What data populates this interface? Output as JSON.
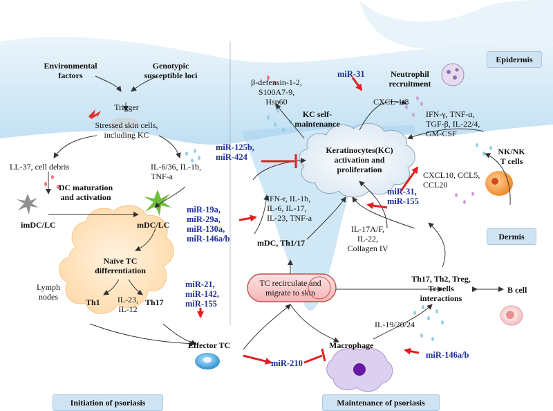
{
  "layers": {
    "epidermis": "Epidermis",
    "dermis": "Dermis",
    "initiation": "Initiation  of psoriasis",
    "maintenance": "Maintenance of psoriasis"
  },
  "initiation": {
    "environmental": "Environmental\nfactors",
    "genotypic": "Genotypic\nsusceptible loci",
    "trigger": "Trigger",
    "stressed": "Stressed skin cells,\nincluding KC",
    "ll37": "LL-37, cell debris",
    "il6": "IL-6/36, IL-1b,\nTNF-a",
    "dc_maturation": "DC maturation\nand activation",
    "imdc": "imDC/LC",
    "mdc": "mDC/LC",
    "naive_tc": "Naïve TC\ndifferentiation",
    "lymph_nodes": "Lymph\nnodes",
    "th1": "Th1",
    "il23": "IL-23,\nIL-12",
    "th17": "Th17"
  },
  "maintenance": {
    "defensin": "β-defensin-1-2,\nS100A7-9,\nHsp60",
    "kc_self": "KC self-\nmaintenance",
    "neutrophil": "Neutrophil\nrecruitment",
    "cxcl18": "CXCL-1/8",
    "ifn_g": "IFN-γ, TNF-α,\nTGF-β, IL-22/4,\nGM-CSF",
    "kc_cloud": "Keratinocytes(KC)\nactivation and\nproliferation",
    "nk": "NK/NK\nT cells",
    "cxcl10": "CXCL10, CCL5,\nCCL20",
    "ifn_r": "IFN-r, IL-1b,\nIL-6, IL-17,\nIL-23, TNF-a",
    "il17": "IL-17A/F,\nIL-22,\nCollagen IV",
    "mdc_th": "mDC, Th1/17",
    "tc_recirculate": "TC recirculate and\nmigrate to skin",
    "th17_group": "Th17, Th2, Treg,\nTc cells\ninteractions",
    "b_cell": "B cell",
    "il19": "IL-19/20/24",
    "effector_tc": "Effector TC",
    "macrophage": "Macrophage"
  },
  "mirs": {
    "mir31_top": "miR-31",
    "mir125": "miR-125b,\nmiR-424",
    "mir19": "miR-19a,\nmiR-29a,\nmiR-130a,\nmiR-146a/b",
    "mir31_155": "miR-31,\nmiR-155",
    "mir21": "miR-21,\nmiR-142,\nmiR-155",
    "mir210": "miR-210",
    "mir146": "miR-146a/b"
  },
  "colors": {
    "epidermis_blue": "#d3e8f5",
    "dermis_blue": "#a9d3ee",
    "cloud_fill": "#ffe9c7",
    "red_arrow": "#e02020",
    "mir_text": "#1f2f9a"
  }
}
